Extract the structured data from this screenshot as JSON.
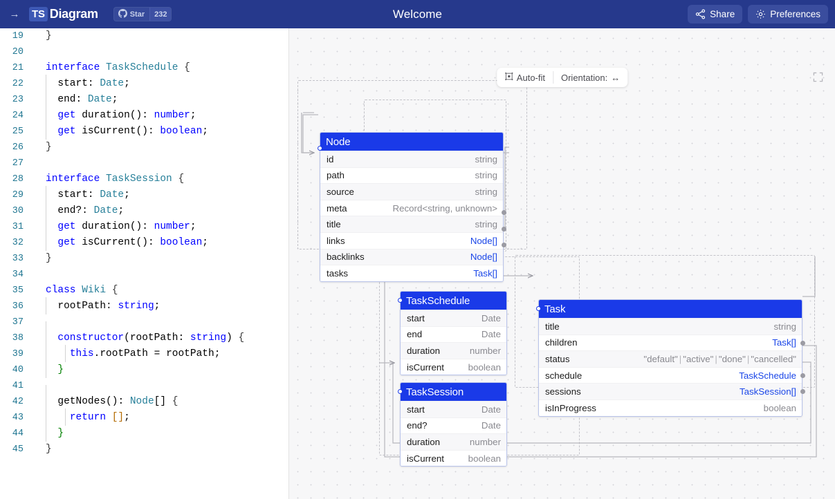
{
  "header": {
    "collapse_icon": "arrow-right-icon",
    "brand_badge": "TS",
    "brand_name": "Diagram",
    "github": {
      "icon": "github-icon",
      "label": "Star",
      "count": "232"
    },
    "title": "Welcome",
    "share_label": "Share",
    "share_icon": "share-nodes-icon",
    "preferences_label": "Preferences",
    "preferences_icon": "gear-icon"
  },
  "editor": {
    "lines": [
      {
        "n": "19",
        "html": "<span class='brc'>}</span>",
        "indent": 0
      },
      {
        "n": "20",
        "html": "",
        "indent": 0
      },
      {
        "n": "21",
        "html": "<span class='kw'>interface</span> <span class='typ'>TaskSchedule</span> <span class='brc'>{</span>",
        "indent": 0
      },
      {
        "n": "22",
        "html": "  <span class='plain'>start</span><span class='pun'>:</span> <span class='typ'>Date</span><span class='pun'>;</span>",
        "indent": 1
      },
      {
        "n": "23",
        "html": "  <span class='plain'>end</span><span class='pun'>:</span> <span class='typ'>Date</span><span class='pun'>;</span>",
        "indent": 1
      },
      {
        "n": "24",
        "html": "  <span class='kw'>get</span> <span class='plain'>duration</span><span class='pun'>()</span><span class='pun'>:</span> <span class='kw'>number</span><span class='pun'>;</span>",
        "indent": 1
      },
      {
        "n": "25",
        "html": "  <span class='kw'>get</span> <span class='plain'>isCurrent</span><span class='pun'>()</span><span class='pun'>:</span> <span class='kw'>boolean</span><span class='pun'>;</span>",
        "indent": 1
      },
      {
        "n": "26",
        "html": "<span class='brc'>}</span>",
        "indent": 0
      },
      {
        "n": "27",
        "html": "",
        "indent": 0
      },
      {
        "n": "28",
        "html": "<span class='kw'>interface</span> <span class='typ'>TaskSession</span> <span class='brc'>{</span>",
        "indent": 0
      },
      {
        "n": "29",
        "html": "  <span class='plain'>start</span><span class='pun'>:</span> <span class='typ'>Date</span><span class='pun'>;</span>",
        "indent": 1
      },
      {
        "n": "30",
        "html": "  <span class='plain'>end?</span><span class='pun'>:</span> <span class='typ'>Date</span><span class='pun'>;</span>",
        "indent": 1
      },
      {
        "n": "31",
        "html": "  <span class='kw'>get</span> <span class='plain'>duration</span><span class='pun'>()</span><span class='pun'>:</span> <span class='kw'>number</span><span class='pun'>;</span>",
        "indent": 1
      },
      {
        "n": "32",
        "html": "  <span class='kw'>get</span> <span class='plain'>isCurrent</span><span class='pun'>()</span><span class='pun'>:</span> <span class='kw'>boolean</span><span class='pun'>;</span>",
        "indent": 1
      },
      {
        "n": "33",
        "html": "<span class='brc'>}</span>",
        "indent": 0
      },
      {
        "n": "34",
        "html": "",
        "indent": 0
      },
      {
        "n": "35",
        "html": "<span class='kw'>class</span> <span class='typ'>Wiki</span> <span class='brc'>{</span>",
        "indent": 0
      },
      {
        "n": "36",
        "html": "  <span class='plain'>rootPath</span><span class='pun'>:</span> <span class='kw'>string</span><span class='pun'>;</span>",
        "indent": 1
      },
      {
        "n": "37",
        "html": "",
        "indent": 1
      },
      {
        "n": "38",
        "html": "  <span class='kw'>constructor</span><span class='pun'>(</span><span class='plain'>rootPath</span><span class='pun'>:</span> <span class='kw'>string</span><span class='pun'>)</span> <span class='brc'>{</span>",
        "indent": 1
      },
      {
        "n": "39",
        "html": "    <span class='kw'>this</span><span class='pun'>.</span><span class='plain'>rootPath</span> <span class='pun'>=</span> <span class='plain'>rootPath</span><span class='pun'>;</span>",
        "indent": 2
      },
      {
        "n": "40",
        "html": "  <span class='grn'>}</span>",
        "indent": 1
      },
      {
        "n": "41",
        "html": "",
        "indent": 1
      },
      {
        "n": "42",
        "html": "  <span class='plain'>getNodes</span><span class='pun'>()</span><span class='pun'>:</span> <span class='typ'>Node</span><span class='pun'>[]</span> <span class='brc'>{</span>",
        "indent": 1
      },
      {
        "n": "43",
        "html": "    <span class='kw'>return</span> <span class='brk'>[]</span><span class='pun'>;</span>",
        "indent": 2
      },
      {
        "n": "44",
        "html": "  <span class='grn'>}</span>",
        "indent": 1
      },
      {
        "n": "45",
        "html": "<span class='brc'>}</span>",
        "indent": 0
      }
    ]
  },
  "diagram": {
    "toolbar": {
      "autofit_label": "Auto-fit",
      "autofit_icon": "fit-frame-icon",
      "orientation_label": "Orientation:",
      "orientation_value": "↔",
      "fullscreen_icon": "fullscreen-icon"
    },
    "entities": [
      {
        "id": "node",
        "title": "Node",
        "rows": [
          {
            "name": "id",
            "type": "string",
            "link": false
          },
          {
            "name": "path",
            "type": "string",
            "link": false
          },
          {
            "name": "source",
            "type": "string",
            "link": false
          },
          {
            "name": "meta",
            "type": "Record<string, unknown>",
            "link": false
          },
          {
            "name": "title",
            "type": "string",
            "link": false
          },
          {
            "name": "links",
            "type": "Node[]",
            "link": true
          },
          {
            "name": "backlinks",
            "type": "Node[]",
            "link": true
          },
          {
            "name": "tasks",
            "type": "Task[]",
            "link": true
          }
        ]
      },
      {
        "id": "taskschedule",
        "title": "TaskSchedule",
        "rows": [
          {
            "name": "start",
            "type": "Date",
            "link": false
          },
          {
            "name": "end",
            "type": "Date",
            "link": false
          },
          {
            "name": "duration",
            "type": "number",
            "link": false
          },
          {
            "name": "isCurrent",
            "type": "boolean",
            "link": false
          }
        ]
      },
      {
        "id": "tasksession",
        "title": "TaskSession",
        "rows": [
          {
            "name": "start",
            "type": "Date",
            "link": false
          },
          {
            "name": "end?",
            "type": "Date",
            "link": false
          },
          {
            "name": "duration",
            "type": "number",
            "link": false
          },
          {
            "name": "isCurrent",
            "type": "boolean",
            "link": false
          }
        ]
      },
      {
        "id": "task",
        "title": "Task",
        "rows": [
          {
            "name": "title",
            "type": "string",
            "link": false
          },
          {
            "name": "children",
            "type": "Task[]",
            "link": true
          },
          {
            "name": "status",
            "type": "\"default\" | \"active\" | \"done\" | \"cancelled\"",
            "link": false
          },
          {
            "name": "schedule",
            "type": "TaskSchedule",
            "link": true
          },
          {
            "name": "sessions",
            "type": "TaskSession[]",
            "link": true
          },
          {
            "name": "isInProgress",
            "type": "boolean",
            "link": false
          }
        ]
      }
    ]
  },
  "colors": {
    "header_bg": "#26398c",
    "entity_header_bg": "#1a3ae8",
    "link_type": "#1a46e8",
    "canvas_bg": "#f7f7f8"
  }
}
